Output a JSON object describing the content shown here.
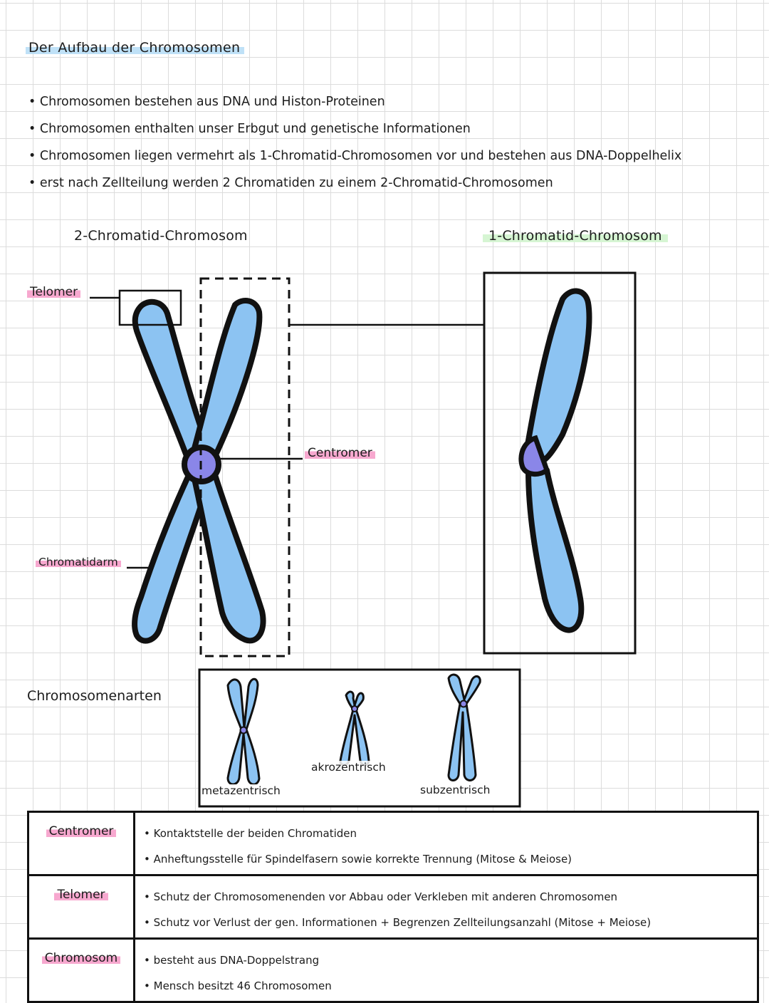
{
  "title": "Der Aufbau der Chromosomen",
  "bullets": [
    "Chromosomen bestehen aus DNA und Histon-Proteinen",
    "Chromosomen enthalten unser Erbgut und genetische Informationen",
    "Chromosomen liegen vermehrt als 1-Chromatid-Chromosomen vor und bestehen aus DNA-Doppelhelix",
    "erst nach Zellteilung werden 2 Chromatiden zu einem 2-Chromatid-Chromosomen"
  ],
  "diagram": {
    "left_heading": "2-Chromatid-Chromosom",
    "right_heading": "1-Chromatid-Chromosom",
    "labels": {
      "telomer": "Telomer",
      "centromer": "Centromer",
      "chromatidarm": "Chromatidarm"
    },
    "colors": {
      "chromatid_fill": "#8cc3f2",
      "centromere_fill": "#8a86e8",
      "outline": "#111111",
      "label_highlight": "#f7a8cf"
    }
  },
  "types_section": {
    "heading": "Chromosomenarten",
    "types": [
      "metazentrisch",
      "akrozentrisch",
      "subzentrisch"
    ]
  },
  "table": [
    {
      "term": "Centromer",
      "lines": [
        "Kontaktstelle der beiden Chromatiden",
        "Anheftungsstelle für Spindelfasern sowie korrekte Trennung (Mitose & Meiose)"
      ]
    },
    {
      "term": "Telomer",
      "lines": [
        "Schutz der Chromosomenenden vor Abbau oder Verkleben mit anderen Chromosomen",
        "Schutz vor Verlust der gen. Informationen + Begrenzen Zellteilungsanzahl (Mitose + Meiose)"
      ]
    },
    {
      "term": "Chromosom",
      "lines": [
        "besteht aus DNA-Doppelstrang",
        "Mensch besitzt 46 Chromosomen"
      ]
    }
  ]
}
